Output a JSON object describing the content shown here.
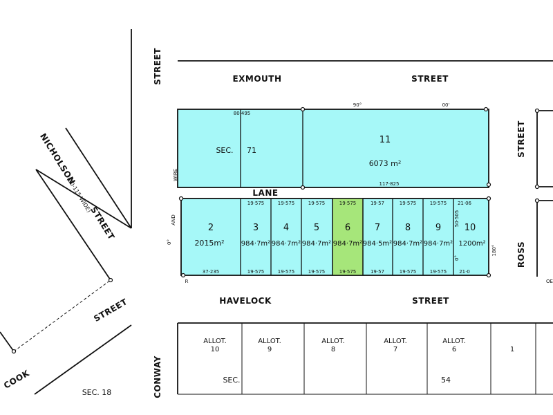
{
  "map": {
    "colors": {
      "parcel": "#a6f8f8",
      "highlight": "#a6e67a",
      "line": "#111111"
    },
    "streets": {
      "exmouth_a": "EXMOUTH",
      "exmouth_b": "STREET",
      "havelock_a": "HAVELOCK",
      "havelock_b": "STREET",
      "nicholson": "NICHOLSON",
      "nicholson_width": "(20·115 WIDE)",
      "nicholson_street": "STREET",
      "cook_street": "STREET",
      "cook": "COOK",
      "conway": "CONWAY",
      "left_street": "STREET",
      "right_street": "STREET",
      "ross": "ROSS",
      "lane": "LANE"
    },
    "section": {
      "label": "SEC.",
      "number": "71"
    },
    "lot11": {
      "number": "11",
      "area": "6073 m²",
      "top_bearing_a": "90°",
      "top_bearing_b": "00'",
      "bottom_dim": "117·825",
      "left_top_dim": "80·495"
    },
    "lots": [
      {
        "number": "2",
        "area": "2015m²",
        "top": "",
        "bottom": "37·235"
      },
      {
        "number": "3",
        "area": "984·7m²",
        "top": "19·575",
        "bottom": "19·575"
      },
      {
        "number": "4",
        "area": "984·7m²",
        "top": "19·575",
        "bottom": "19·575"
      },
      {
        "number": "5",
        "area": "984·7m²",
        "top": "19·575",
        "bottom": "19·575"
      },
      {
        "number": "6",
        "area": "984·7m²",
        "top": "19·575",
        "bottom": "19·575"
      },
      {
        "number": "7",
        "area": "984·5m²",
        "top": "19·57",
        "bottom": "19·57"
      },
      {
        "number": "8",
        "area": "984·7m²",
        "top": "19·575",
        "bottom": "19·575"
      },
      {
        "number": "9",
        "area": "984·7m²",
        "top": "19·575",
        "bottom": "19·575"
      },
      {
        "number": "10",
        "area": "1200m²",
        "top": "21·06",
        "bottom": "21·0"
      }
    ],
    "side_notes": {
      "wire": "WIRE",
      "and": "AND",
      "zero": "0°",
      "deg180": "180°",
      "n50": "50·505",
      "r": "R",
      "oe": "OE"
    },
    "allotments": [
      {
        "label": "ALLOT.",
        "number": "10"
      },
      {
        "label": "ALLOT.",
        "number": "9"
      },
      {
        "label": "ALLOT.",
        "number": "8"
      },
      {
        "label": "ALLOT.",
        "number": "7"
      },
      {
        "label": "ALLOT.",
        "number": "6"
      }
    ],
    "lot1_south": "1",
    "south_section": {
      "label": "SEC.",
      "number": "54"
    },
    "sec18": "SEC. 18"
  }
}
